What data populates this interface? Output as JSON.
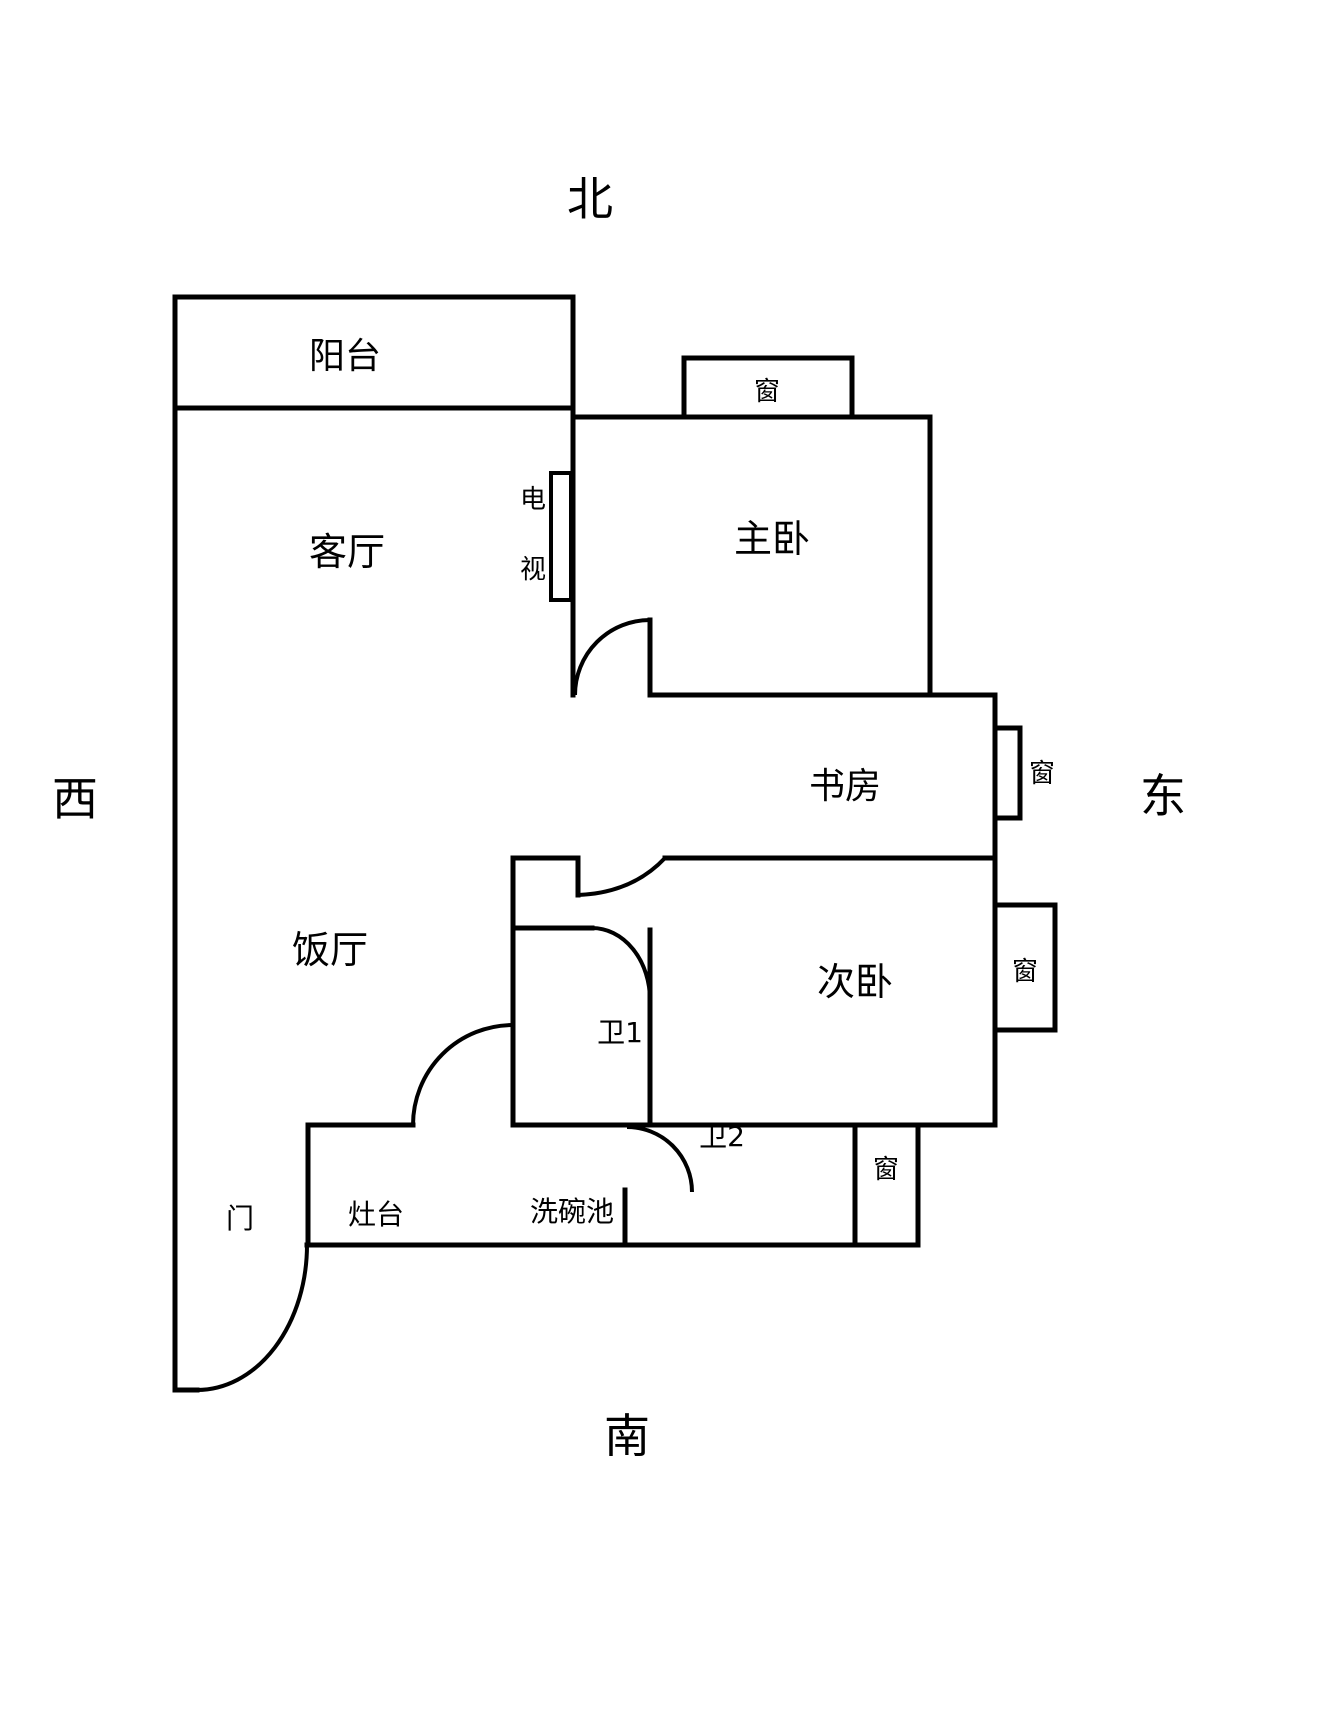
{
  "compass": {
    "north": "北",
    "south": "南",
    "west": "西",
    "east": "东"
  },
  "rooms": {
    "balcony": "阳台",
    "living_room": "客厅",
    "master_bedroom": "主卧",
    "study": "书房",
    "dining_room": "饭厅",
    "second_bedroom": "次卧",
    "bathroom_1": "卫1",
    "bathroom_2": "卫2"
  },
  "fixtures": {
    "tv_char_1": "电",
    "tv_char_2": "视",
    "stove": "灶台",
    "sink": "洗碗池",
    "entry_door": "门",
    "window": "窗"
  },
  "colors": {
    "wall": "#000000",
    "background": "#ffffff"
  }
}
